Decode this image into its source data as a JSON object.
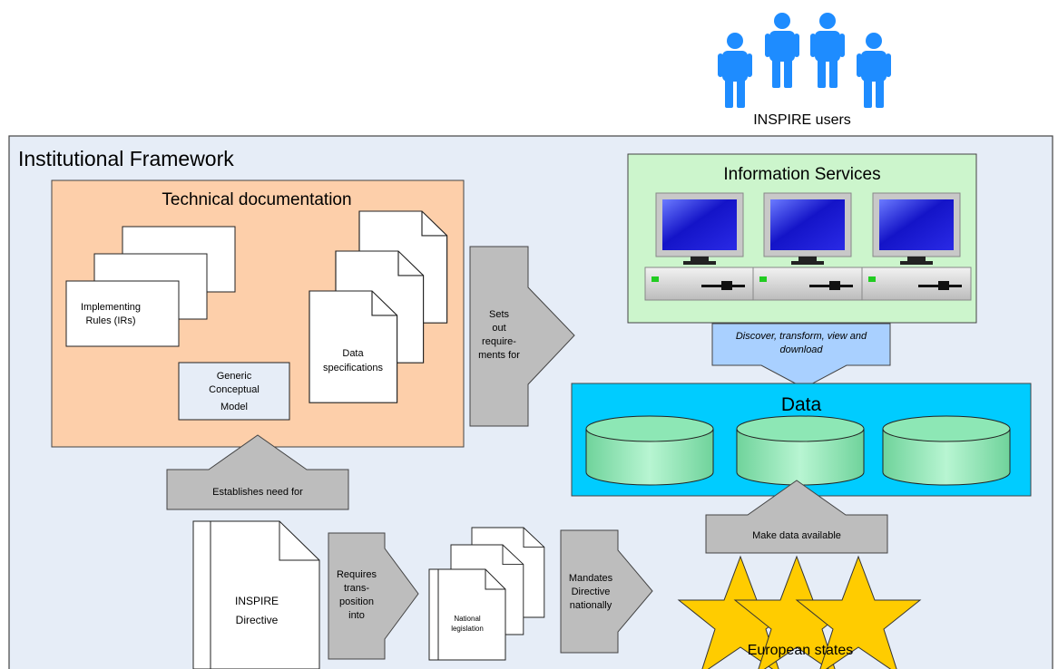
{
  "users": {
    "label": "INSPIRE users"
  },
  "framework": {
    "title": "Institutional Framework"
  },
  "technical_documentation": {
    "title": "Technical documentation",
    "implementing_rules": [
      "Implementing",
      "Rules (IRs)"
    ],
    "generic_model": [
      "Generic",
      "Conceptual",
      "Model"
    ],
    "data_specifications": [
      "Data",
      "specifications"
    ]
  },
  "information_services": {
    "title": "Information Services"
  },
  "discover": {
    "lines": [
      "Discover, transform, view and",
      "download"
    ]
  },
  "data": {
    "title": "Data"
  },
  "arrows": {
    "sets_out": [
      "Sets",
      "out",
      "require-",
      "ments for"
    ],
    "establishes": "Establishes need for",
    "requires": [
      "Requires",
      "trans-",
      "position",
      "into"
    ],
    "mandates": [
      "Mandates",
      "Directive",
      "nationally"
    ],
    "make_available": "Make data available"
  },
  "directive": {
    "lines": [
      "INSPIRE",
      "Directive"
    ]
  },
  "national_legislation": {
    "lines": [
      "National",
      "legislation"
    ]
  },
  "european_states": {
    "label": "European states"
  },
  "colors": {
    "framework_bg": "#e6edf7",
    "techdoc_bg": "#fdcfaa",
    "infoservices_bg": "#ccf5cc",
    "data_bg": "#00ccff",
    "arrow_gray": "#bdbdbd",
    "user_blue": "#1e8cff",
    "star_yellow": "#ffcc00",
    "screen_blue": "#1b1bd0",
    "cylinder_green": "#8de7b5"
  }
}
